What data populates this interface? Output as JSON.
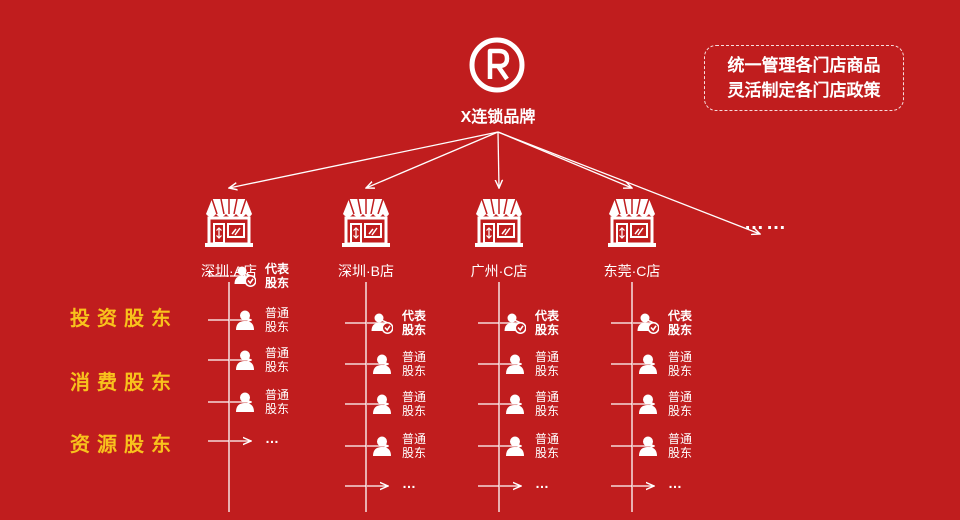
{
  "brand": {
    "name": "X连锁品牌",
    "logo_icon": "registered-trademark-icon"
  },
  "slogan": {
    "line1": "统一管理各门店商品",
    "line2": "灵活制定各门店政策"
  },
  "categories": [
    "投资股东",
    "消费股东",
    "资源股东"
  ],
  "more_stores": "……",
  "stores": [
    {
      "label": "深圳·A店",
      "icon": "storefront-icon",
      "shareholders": [
        {
          "type": "rep",
          "label": "代表\n股东"
        },
        {
          "type": "normal",
          "label": "普通\n股东"
        },
        {
          "type": "normal",
          "label": "普通\n股东"
        },
        {
          "type": "normal",
          "label": "普通\n股东"
        },
        {
          "type": "more",
          "label": "…"
        }
      ]
    },
    {
      "label": "深圳·B店",
      "icon": "storefront-icon",
      "shareholders": [
        {
          "type": "rep",
          "label": "代表\n股东"
        },
        {
          "type": "normal",
          "label": "普通\n股东"
        },
        {
          "type": "normal",
          "label": "普通\n股东"
        },
        {
          "type": "normal",
          "label": "普通\n股东"
        },
        {
          "type": "more",
          "label": "…"
        }
      ]
    },
    {
      "label": "广州·C店",
      "icon": "storefront-icon",
      "shareholders": [
        {
          "type": "rep",
          "label": "代表\n股东"
        },
        {
          "type": "normal",
          "label": "普通\n股东"
        },
        {
          "type": "normal",
          "label": "普通\n股东"
        },
        {
          "type": "normal",
          "label": "普通\n股东"
        },
        {
          "type": "more",
          "label": "…"
        }
      ]
    },
    {
      "label": "东莞·C店",
      "icon": "storefront-icon",
      "shareholders": [
        {
          "type": "rep",
          "label": "代表\n股东"
        },
        {
          "type": "normal",
          "label": "普通\n股东"
        },
        {
          "type": "normal",
          "label": "普通\n股东"
        },
        {
          "type": "normal",
          "label": "普通\n股东"
        },
        {
          "type": "more",
          "label": "…"
        }
      ]
    }
  ]
}
